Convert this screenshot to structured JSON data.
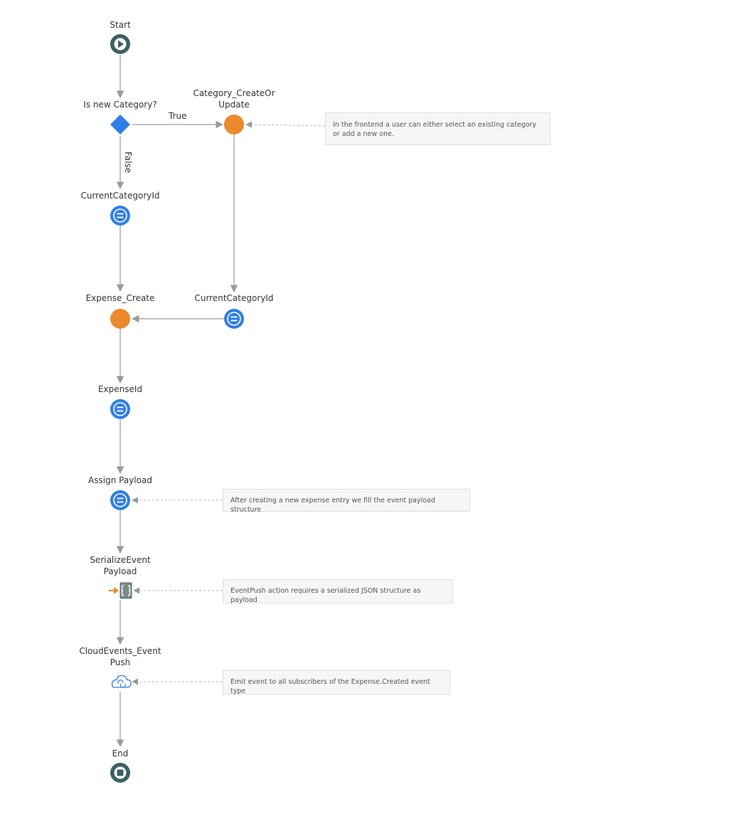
{
  "flow": {
    "start_label": "Start",
    "decision_label": "Is new Category?",
    "true_label": "True",
    "false_label": "False",
    "category_action_label": "Category_CreateOr\nUpdate",
    "assign_current_left_label": "CurrentCategoryId",
    "assign_current_right_label": "CurrentCategoryId",
    "expense_create_label": "Expense_Create",
    "expense_id_label": "ExpenseId",
    "assign_payload_label": "Assign Payload",
    "serialize_label": "SerializeEvent\nPayload",
    "push_label": "CloudEvents_Event\nPush",
    "end_label": "End"
  },
  "comments": {
    "category": "In the frontend a user can either select an existing category or add a new one.",
    "payload": "After creating a new expense entry we fill the event payload structure",
    "serialize": "EventPush action requires a serialized JSON structure as payload",
    "push": "Emit event to all subscribers of the Expense.Created event type"
  },
  "colors": {
    "start_end": "#3c6064",
    "decision": "#2f7ee6",
    "action": "#ea8a2d",
    "assign": "#2f7ee6",
    "connector": "#9a9a9a",
    "comment_link": "#b3b3b3",
    "serialize_arrow": "#ea8a2d",
    "cloud_icon": "#2f7ee6"
  },
  "icons": {
    "start": "play-icon",
    "end": "stop-icon",
    "assign": "equals-icon",
    "serialize": "json-serialize-icon",
    "push": "cloud-icon"
  }
}
